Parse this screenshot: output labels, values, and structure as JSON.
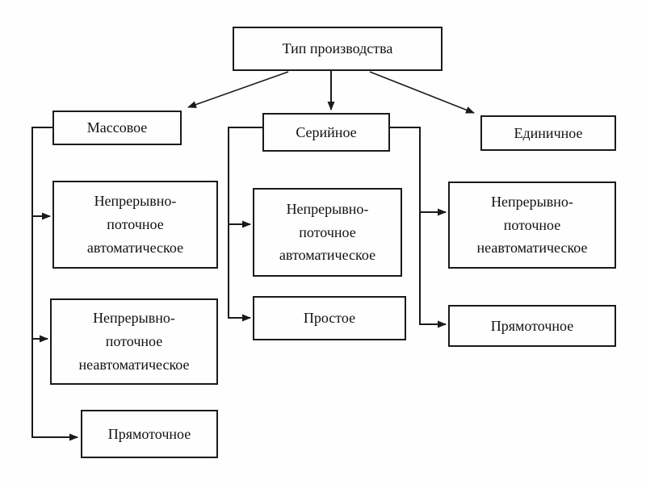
{
  "diagram": {
    "type": "hierarchy-flowchart",
    "line_color": "#1a1a1a",
    "box_background": "#fefefe",
    "root": {
      "label": "Тип производства"
    },
    "branches": [
      {
        "label": "Массовое",
        "children": [
          {
            "label": "Непрерывно-\nпоточное\nавтоматическое"
          },
          {
            "label": "Непрерывно-\nпоточное\nнеавтоматическое"
          },
          {
            "label": "Прямоточное"
          }
        ]
      },
      {
        "label": "Серийное",
        "children": [
          {
            "label": "Непрерывно-\nпоточное\nавтоматическое"
          },
          {
            "label": "Простое"
          }
        ]
      },
      {
        "label": "Единичное",
        "children": [
          {
            "label": "Непрерывно-\nпоточное\nнеавтоматическое"
          },
          {
            "label": "Прямоточное"
          }
        ]
      }
    ]
  }
}
